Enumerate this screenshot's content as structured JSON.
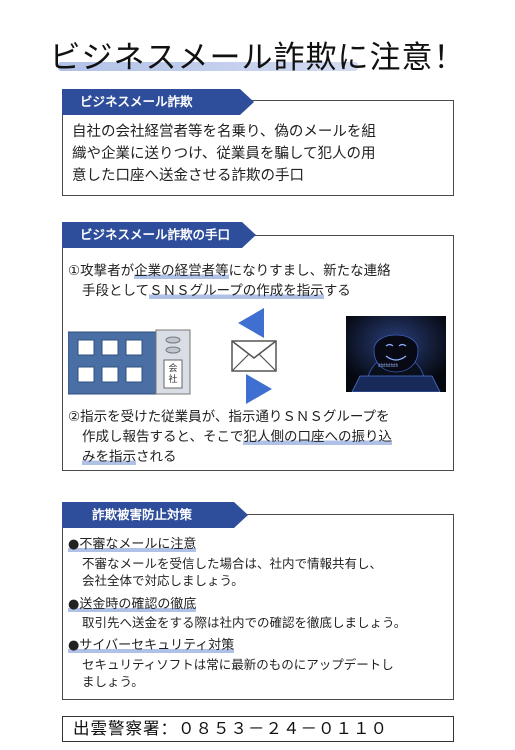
{
  "title": "ビジネスメール詐欺に注意！",
  "section1": {
    "tab": "ビジネスメール詐欺",
    "lines": [
      "自社の会社経営者等を名乗り、偽のメールを組",
      "織や企業に送りつけ、従業員を騙して犯人の用",
      "意した口座へ送金させる詐欺の手口"
    ]
  },
  "section2": {
    "tab": "ビジネスメール詐欺の手口",
    "step1": {
      "l1_a": "①攻撃者が",
      "l1_b": "企業の経営者等",
      "l1_c": "になりすまし、新たな連絡",
      "l2_a": "手段として",
      "l2_b": "ＳＮＳグループの作成を指示",
      "l2_c": "する"
    },
    "company_label": "会社",
    "hacker_screen_text": "ｶｶｶｶｶｶｶｶ",
    "step2": {
      "l1": "②指示を受けた従業員が、指示通りＳＮＳグループを",
      "l2_a": "作成し報告すると、そこで",
      "l2_b": "犯人側の口座への振り込",
      "l3_a": "みを指示",
      "l3_b": "される"
    }
  },
  "section3": {
    "tab": "詐欺被害防止対策",
    "items": [
      {
        "heading": "●不審なメールに注意",
        "body": [
          "不審なメールを受信した場合は、社内で情報共有し、",
          "会社全体で対応しましょう。"
        ]
      },
      {
        "heading": "●送金時の確認の徹底",
        "body": [
          "取引先へ送金をする際は社内での確認を徹底しましょう。"
        ]
      },
      {
        "heading": "●サイバーセキュリティ対策",
        "body": [
          "セキュリティソフトは常に最新のものにアップデートし",
          "ましょう。"
        ]
      }
    ]
  },
  "footer": "出雲警察署：０８５３－２４－０１１０",
  "colors": {
    "accent": "#2e4d9b",
    "highlight": "#a8bae4",
    "building": "#4a6fa5",
    "arrow": "#3f6fd1"
  }
}
